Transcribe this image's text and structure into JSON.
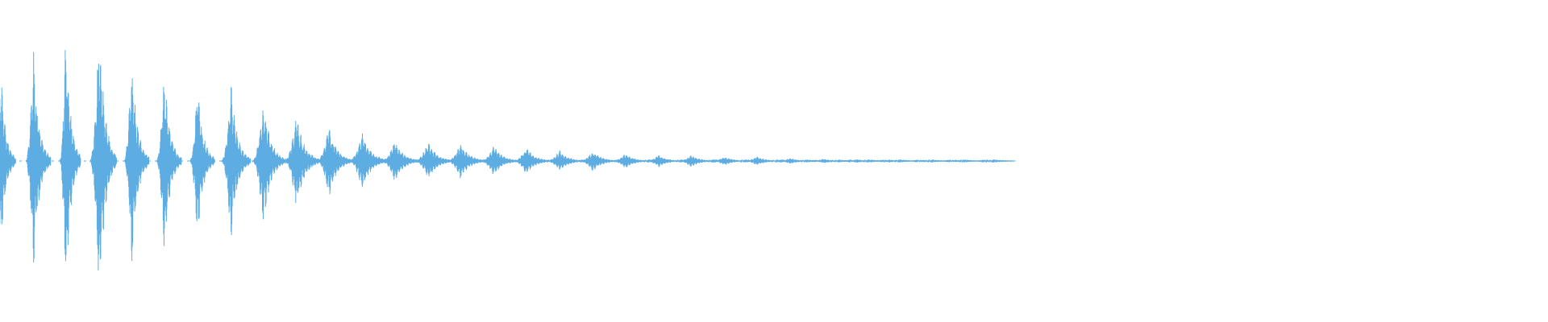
{
  "waveform": {
    "color": "#5dade2",
    "background": "#ffffff",
    "bursts": [
      {
        "t": 0.0005,
        "peak_pos": 0.62,
        "peak_neg": 0.63,
        "decay": 0.006,
        "spread": 0.004
      },
      {
        "t": 0.0215,
        "peak_pos": 0.75,
        "peak_neg": 0.76,
        "decay": 0.007,
        "spread": 0.005
      },
      {
        "t": 0.0425,
        "peak_pos": 0.92,
        "peak_neg": 0.94,
        "decay": 0.006,
        "spread": 0.004
      },
      {
        "t": 0.064,
        "peak_pos": 0.99,
        "peak_neg": 1.0,
        "decay": 0.007,
        "spread": 0.006
      },
      {
        "t": 0.085,
        "peak_pos": 0.72,
        "peak_neg": 0.75,
        "decay": 0.007,
        "spread": 0.005
      },
      {
        "t": 0.106,
        "peak_pos": 0.62,
        "peak_neg": 0.65,
        "decay": 0.007,
        "spread": 0.005
      },
      {
        "t": 0.1275,
        "peak_pos": 0.55,
        "peak_neg": 0.55,
        "decay": 0.007,
        "spread": 0.005
      },
      {
        "t": 0.149,
        "peak_pos": 0.53,
        "peak_neg": 0.54,
        "decay": 0.008,
        "spread": 0.006
      },
      {
        "t": 0.17,
        "peak_pos": 0.42,
        "peak_neg": 0.44,
        "decay": 0.009,
        "spread": 0.007
      },
      {
        "t": 0.1915,
        "peak_pos": 0.31,
        "peak_neg": 0.32,
        "decay": 0.01,
        "spread": 0.008
      },
      {
        "t": 0.2125,
        "peak_pos": 0.24,
        "peak_neg": 0.25,
        "decay": 0.01,
        "spread": 0.008
      },
      {
        "t": 0.234,
        "peak_pos": 0.19,
        "peak_neg": 0.19,
        "decay": 0.011,
        "spread": 0.009
      },
      {
        "t": 0.255,
        "peak_pos": 0.14,
        "peak_neg": 0.14,
        "decay": 0.011,
        "spread": 0.009
      },
      {
        "t": 0.2765,
        "peak_pos": 0.13,
        "peak_neg": 0.13,
        "decay": 0.011,
        "spread": 0.009
      },
      {
        "t": 0.2975,
        "peak_pos": 0.12,
        "peak_neg": 0.12,
        "decay": 0.011,
        "spread": 0.009
      },
      {
        "t": 0.319,
        "peak_pos": 0.1,
        "peak_neg": 0.1,
        "decay": 0.011,
        "spread": 0.009
      },
      {
        "t": 0.34,
        "peak_pos": 0.09,
        "peak_neg": 0.09,
        "decay": 0.011,
        "spread": 0.009
      },
      {
        "t": 0.3615,
        "peak_pos": 0.07,
        "peak_neg": 0.07,
        "decay": 0.011,
        "spread": 0.009
      },
      {
        "t": 0.383,
        "peak_pos": 0.07,
        "peak_neg": 0.07,
        "decay": 0.011,
        "spread": 0.009
      },
      {
        "t": 0.404,
        "peak_pos": 0.05,
        "peak_neg": 0.05,
        "decay": 0.011,
        "spread": 0.009
      },
      {
        "t": 0.4255,
        "peak_pos": 0.04,
        "peak_neg": 0.04,
        "decay": 0.011,
        "spread": 0.009
      },
      {
        "t": 0.4465,
        "peak_pos": 0.04,
        "peak_neg": 0.04,
        "decay": 0.011,
        "spread": 0.009
      },
      {
        "t": 0.468,
        "peak_pos": 0.03,
        "peak_neg": 0.03,
        "decay": 0.011,
        "spread": 0.009
      },
      {
        "t": 0.489,
        "peak_pos": 0.03,
        "peak_neg": 0.03,
        "decay": 0.011,
        "spread": 0.009
      },
      {
        "t": 0.5105,
        "peak_pos": 0.02,
        "peak_neg": 0.02,
        "decay": 0.011,
        "spread": 0.009
      },
      {
        "t": 0.532,
        "peak_pos": 0.015,
        "peak_neg": 0.015,
        "decay": 0.011,
        "spread": 0.009
      },
      {
        "t": 0.5535,
        "peak_pos": 0.012,
        "peak_neg": 0.012,
        "decay": 0.011,
        "spread": 0.009
      },
      {
        "t": 0.5745,
        "peak_pos": 0.01,
        "peak_neg": 0.01,
        "decay": 0.011,
        "spread": 0.009
      },
      {
        "t": 0.596,
        "peak_pos": 0.008,
        "peak_neg": 0.008,
        "decay": 0.011,
        "spread": 0.009
      },
      {
        "t": 0.617,
        "peak_pos": 0.008,
        "peak_neg": 0.008,
        "decay": 0.011,
        "spread": 0.009
      },
      {
        "t": 0.6385,
        "peak_pos": 0.006,
        "peak_neg": 0.006,
        "decay": 0.011,
        "spread": 0.009
      }
    ],
    "end_t": 0.645
  }
}
